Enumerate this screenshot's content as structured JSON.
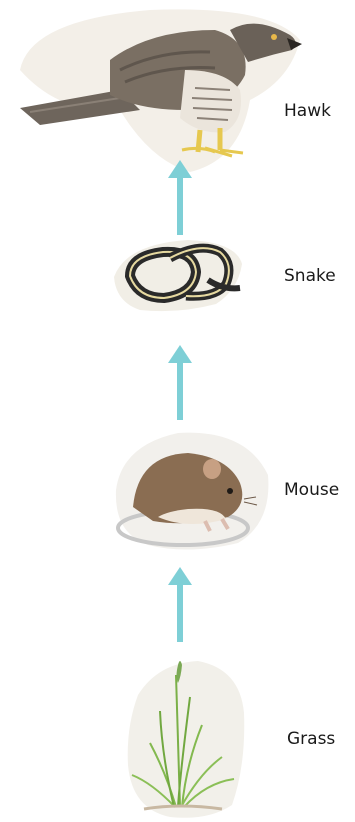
{
  "food_chain": {
    "organisms": [
      {
        "label": "Hawk",
        "icon": "hawk-icon"
      },
      {
        "label": "Snake",
        "icon": "snake-icon"
      },
      {
        "label": "Mouse",
        "icon": "mouse-icon"
      },
      {
        "label": "Grass",
        "icon": "grass-icon"
      }
    ],
    "arrow_color": "#7ecfd6",
    "arrow_direction": "up"
  }
}
